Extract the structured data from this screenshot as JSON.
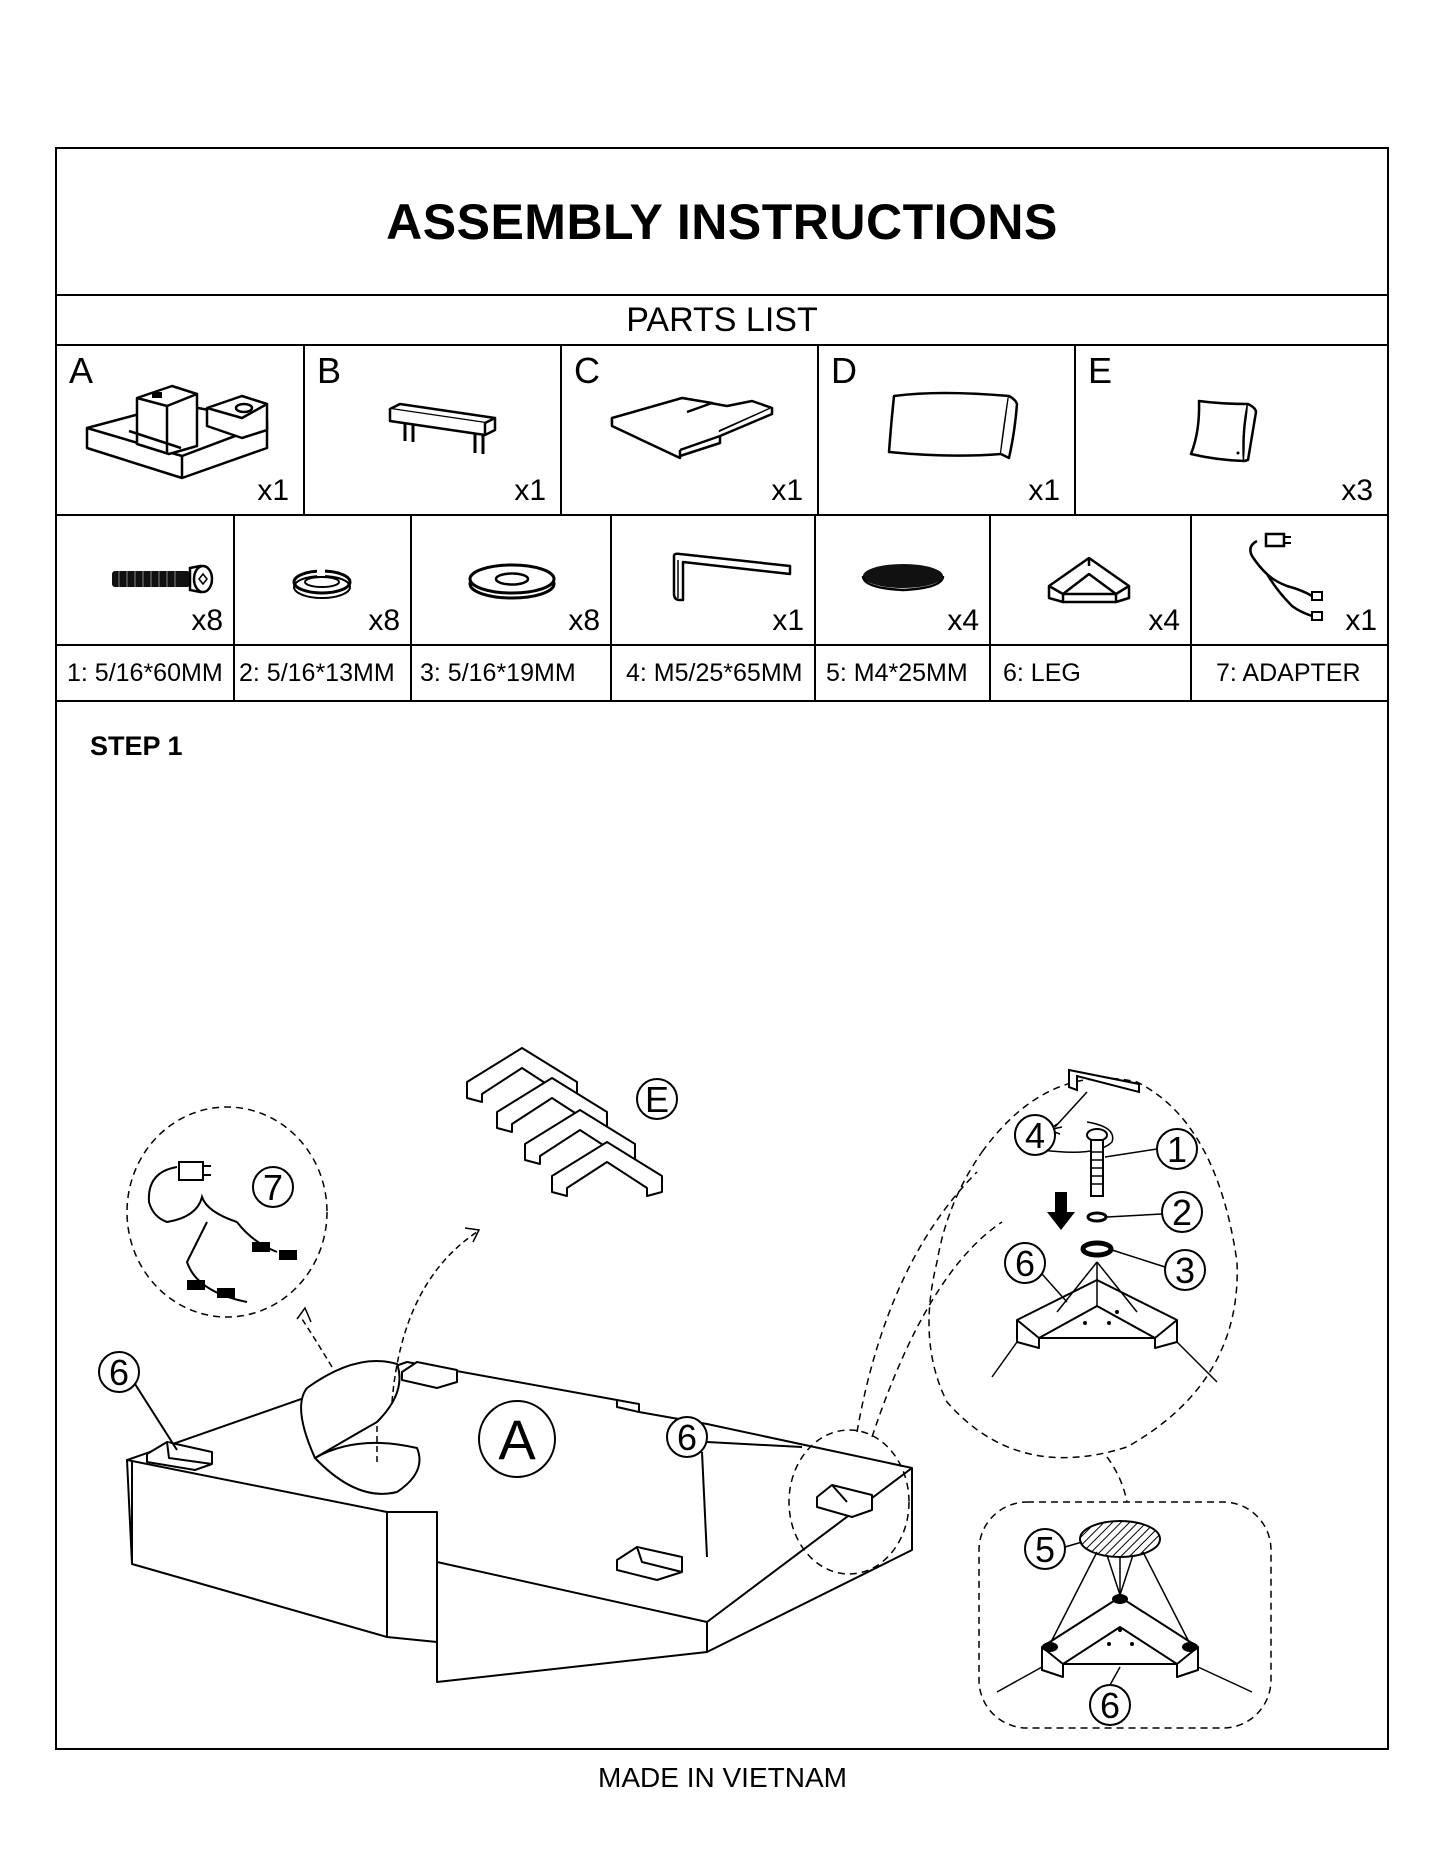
{
  "title": "ASSEMBLY INSTRUCTIONS",
  "parts_list": {
    "heading": "PARTS LIST",
    "parts": [
      {
        "letter": "A",
        "qty": "x1"
      },
      {
        "letter": "B",
        "qty": "x1"
      },
      {
        "letter": "C",
        "qty": "x1"
      },
      {
        "letter": "D",
        "qty": "x1"
      },
      {
        "letter": "E",
        "qty": "x3"
      }
    ]
  },
  "hardware": [
    {
      "qty": "x8",
      "label": "1: 5/16*60MM",
      "icon": "bolt-icon"
    },
    {
      "qty": "x8",
      "label": "2: 5/16*13MM",
      "icon": "spring-washer-icon"
    },
    {
      "qty": "x8",
      "label": "3: 5/16*19MM",
      "icon": "flat-washer-icon"
    },
    {
      "qty": "x1",
      "label": "4: M5/25*65MM",
      "icon": "allen-key-icon"
    },
    {
      "qty": "x4",
      "label": "5: M4*25MM",
      "icon": "felt-pad-icon"
    },
    {
      "qty": "x4",
      "label": "6: LEG",
      "icon": "leg-icon"
    },
    {
      "qty": "x1",
      "label": "7: ADAPTER",
      "icon": "adapter-icon"
    }
  ],
  "step1": {
    "title": "STEP 1",
    "callouts": {
      "part_a": "A",
      "part_e": "E",
      "adapter": "7",
      "leg": "6",
      "allen_key": "4",
      "bolt": "1",
      "spring_washer": "2",
      "flat_washer": "3",
      "felt_pad": "5"
    }
  },
  "footer": "MADE IN VIETNAM"
}
